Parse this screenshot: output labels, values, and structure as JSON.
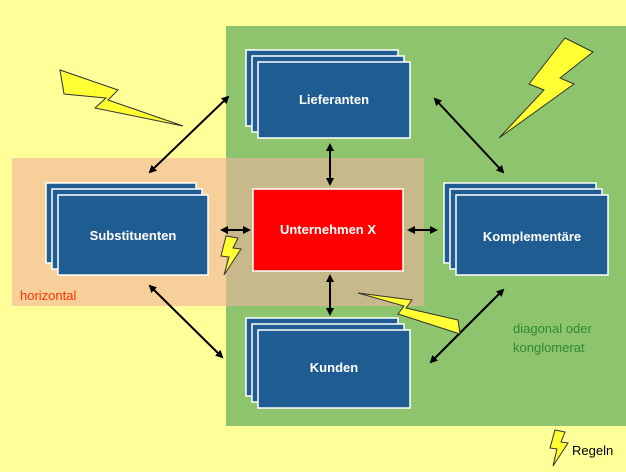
{
  "diagram": {
    "center": {
      "label": "Unternehmen X"
    },
    "nodes": {
      "top": {
        "label": "Lieferanten"
      },
      "left": {
        "label": "Substituenten"
      },
      "right": {
        "label": "Komplementäre"
      },
      "bottom": {
        "label": "Kunden"
      }
    },
    "regions": {
      "horizontal": {
        "label": "horizontal"
      },
      "diagonal": {
        "label_line1": "diagonal oder",
        "label_line2": "konglomerat"
      }
    },
    "legend": {
      "label": "Regeln",
      "icon": "lightning-icon"
    },
    "colors": {
      "background": "#ffff99",
      "diagonal_region": "#8fc46e",
      "horizontal_region": "#f5c79a",
      "box_fill": "#1f5c91",
      "center_fill": "#ff0000",
      "lightning": "#ffff33",
      "horizontal_text": "#ff3300",
      "diagonal_text": "#2e8b2e"
    }
  }
}
